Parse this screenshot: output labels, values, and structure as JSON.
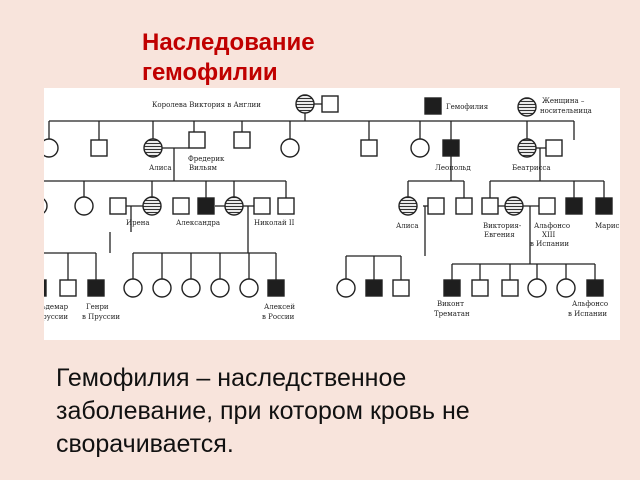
{
  "title": {
    "line1": "Наследование",
    "line2": "гемофилии"
  },
  "legend": {
    "hemophilia": "Гемофилия",
    "carrier": [
      "Женщина –",
      "носительница"
    ]
  },
  "labels": {
    "queen_victoria": "Королева Виктория в Англии",
    "alisa_gen2": "Алиса",
    "frederik": [
      "Фредерик",
      "Вильям"
    ],
    "leopold": "Леопольд",
    "beatrice": "Беатрисса",
    "irena": "Ирена",
    "alexandra": "Александра",
    "nikolai": "Николай II",
    "alisa_gen3": "Алиса",
    "victoria_eugenia": [
      "Виктория-",
      "Евгения"
    ],
    "alfonso_xiii": [
      "Альфонсо",
      "XIII",
      "в Испании"
    ],
    "maurice": "Марис",
    "waldemar": [
      "Вольдемар",
      "в Пруссии"
    ],
    "heinrich": [
      "Генри",
      "в Пруссии"
    ],
    "alexei": [
      "Алексей",
      "в России"
    ],
    "viscount": [
      "Виконт",
      "Трематан"
    ],
    "alfonso_spain": [
      "Альфонсо",
      "в Испании"
    ]
  },
  "description": {
    "line1": "Гемофилия – наследственное",
    "line2": "заболевание, при котором кровь не",
    "line3": "сворачивается."
  },
  "colors": {
    "title": "#c00000",
    "background": "#f8e4dc",
    "ink": "#222222"
  }
}
